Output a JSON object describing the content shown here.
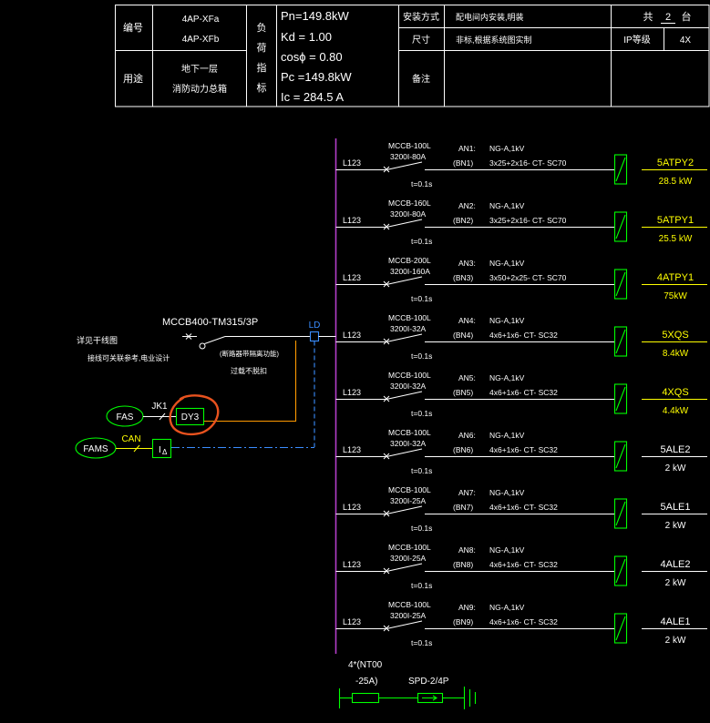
{
  "header": {
    "id_label": "编号",
    "ids": [
      "4AP-XFa",
      "4AP-XFb"
    ],
    "use_label": "用途",
    "use_lines": [
      "地下一层",
      "消防动力总箱"
    ],
    "load_label": [
      "负",
      "荷",
      "指",
      "标"
    ],
    "load_values": [
      "Pn=149.8kW",
      "Kd = 1.00",
      "cosϕ = 0.80",
      "Pc =149.8kW",
      "Ic = 284.5 A"
    ],
    "install_label": "安装方式",
    "install_value": "配电间内安装,明装",
    "size_label": "尺寸",
    "size_value": "非标,根据系统图实制",
    "remark_label": "备注",
    "count_prefix": "共",
    "count": "2",
    "count_suffix": "台",
    "ip_label": "IP等级",
    "ip_value": "4X"
  },
  "incoming": {
    "breaker": "MCCB400-TM315/3P",
    "source_note": [
      "详见干线图",
      "接线可关联参考,电业设计"
    ],
    "breaker_note": [
      "(断路器带隔离功能)",
      "过载不脱扣"
    ],
    "leakage_label": "LD"
  },
  "alarm": {
    "fas": "FAS",
    "fams": "FAMS",
    "jk": "JK1",
    "can": "CAN",
    "shunt": "DY3",
    "monitor_letter": "I",
    "monitor_sub": "Δ"
  },
  "feeders": [
    {
      "phase": "L123",
      "breaker": "MCCB-100L",
      "setting": "3200I-80A",
      "trip_time": "t=0.1s",
      "circuit": "AN1:",
      "alt_circuit": "(BN1)",
      "cable_type": "NG-A,1kV",
      "cable_spec": "3x25+2x16- CT- SC70",
      "load_id": "5ATPY2",
      "load_power": "28.5 kW",
      "color": "#ffff00"
    },
    {
      "phase": "L123",
      "breaker": "MCCB-160L",
      "setting": "3200I-80A",
      "trip_time": "t=0.1s",
      "circuit": "AN2:",
      "alt_circuit": "(BN2)",
      "cable_type": "NG-A,1kV",
      "cable_spec": "3x25+2x16- CT- SC70",
      "load_id": "5ATPY1",
      "load_power": "25.5 kW",
      "color": "#ffff00"
    },
    {
      "phase": "L123",
      "breaker": "MCCB-200L",
      "setting": "3200I-160A",
      "trip_time": "t=0.1s",
      "circuit": "AN3:",
      "alt_circuit": "(BN3)",
      "cable_type": "NG-A,1kV",
      "cable_spec": "3x50+2x25- CT- SC70",
      "load_id": "4ATPY1",
      "load_power": "75kW",
      "color": "#ffff00"
    },
    {
      "phase": "L123",
      "breaker": "MCCB-100L",
      "setting": "3200I-32A",
      "trip_time": "t=0.1s",
      "circuit": "AN4:",
      "alt_circuit": "(BN4)",
      "cable_type": "NG-A,1kV",
      "cable_spec": "4x6+1x6- CT- SC32",
      "load_id": "5XQS",
      "load_power": "8.4kW",
      "color": "#ffff00"
    },
    {
      "phase": "L123",
      "breaker": "MCCB-100L",
      "setting": "3200I-32A",
      "trip_time": "t=0.1s",
      "circuit": "AN5:",
      "alt_circuit": "(BN5)",
      "cable_type": "NG-A,1kV",
      "cable_spec": "4x6+1x6- CT- SC32",
      "load_id": "4XQS",
      "load_power": "4.4kW",
      "color": "#ffff00"
    },
    {
      "phase": "L123",
      "breaker": "MCCB-100L",
      "setting": "3200I-32A",
      "trip_time": "t=0.1s",
      "circuit": "AN6:",
      "alt_circuit": "(BN6)",
      "cable_type": "NG-A,1kV",
      "cable_spec": "4x6+1x6- CT- SC32",
      "load_id": "5ALE2",
      "load_power": "2 kW",
      "color": "#ffffff"
    },
    {
      "phase": "L123",
      "breaker": "MCCB-100L",
      "setting": "3200I-25A",
      "trip_time": "t=0.1s",
      "circuit": "AN7:",
      "alt_circuit": "(BN7)",
      "cable_type": "NG-A,1kV",
      "cable_spec": "4x6+1x6- CT- SC32",
      "load_id": "5ALE1",
      "load_power": "2 kW",
      "color": "#ffffff"
    },
    {
      "phase": "L123",
      "breaker": "MCCB-100L",
      "setting": "3200I-25A",
      "trip_time": "t=0.1s",
      "circuit": "AN8:",
      "alt_circuit": "(BN8)",
      "cable_type": "NG-A,1kV",
      "cable_spec": "4x6+1x6- CT- SC32",
      "load_id": "4ALE2",
      "load_power": "2 kW",
      "color": "#ffffff"
    },
    {
      "phase": "L123",
      "breaker": "MCCB-100L",
      "setting": "3200I-25A",
      "trip_time": "t=0.1s",
      "circuit": "AN9:",
      "alt_circuit": "(BN9)",
      "cable_type": "NG-A,1kV",
      "cable_spec": "4x6+1x6- CT- SC32",
      "load_id": "4ALE1",
      "load_power": "2 kW",
      "color": "#ffffff"
    }
  ],
  "protection": {
    "fuse": [
      "4*(NT00",
      "-25A)"
    ],
    "spd": "SPD-2/4P"
  },
  "colors": {
    "background": "#000000",
    "line": "#ffffff",
    "bus": "#b23ec8",
    "device": "#00ff00",
    "highlight_load": "#ffff00",
    "leakage": "#3a8dff",
    "signal": "#ff9900",
    "markup": "#e8521e"
  }
}
